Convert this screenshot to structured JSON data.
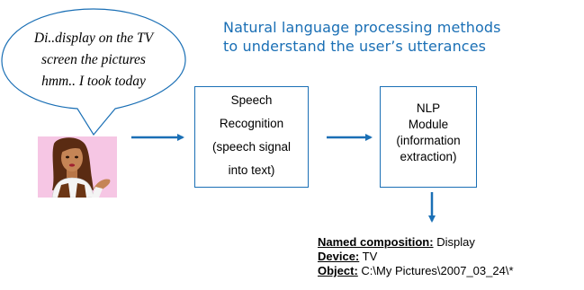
{
  "title": {
    "line1": "Natural language processing methods",
    "line2": "to understand the user’s utterances"
  },
  "speech_bubble": {
    "lines": [
      "Di..display on the TV",
      "screen  the pictures",
      "hmm..  I took today"
    ]
  },
  "speech_recognition_box": {
    "lines": [
      "Speech",
      "Recognition",
      "(speech  signal",
      "into text)"
    ]
  },
  "nlp_box": {
    "lines": [
      "NLP",
      "Module",
      "(information",
      "extraction)"
    ]
  },
  "result": {
    "named_composition": {
      "key": "Named composition:",
      "value": " Display"
    },
    "device": {
      "key": "Device:",
      "value": " TV"
    },
    "object": {
      "key": "Object:",
      "value": " C:\\My Pictures\\2007_03_24\\*"
    }
  },
  "colors": {
    "accent": "#1a6fb5",
    "avatar_background": "#f6c6e4"
  },
  "icons": {
    "avatar": "woman-speaking-icon"
  }
}
